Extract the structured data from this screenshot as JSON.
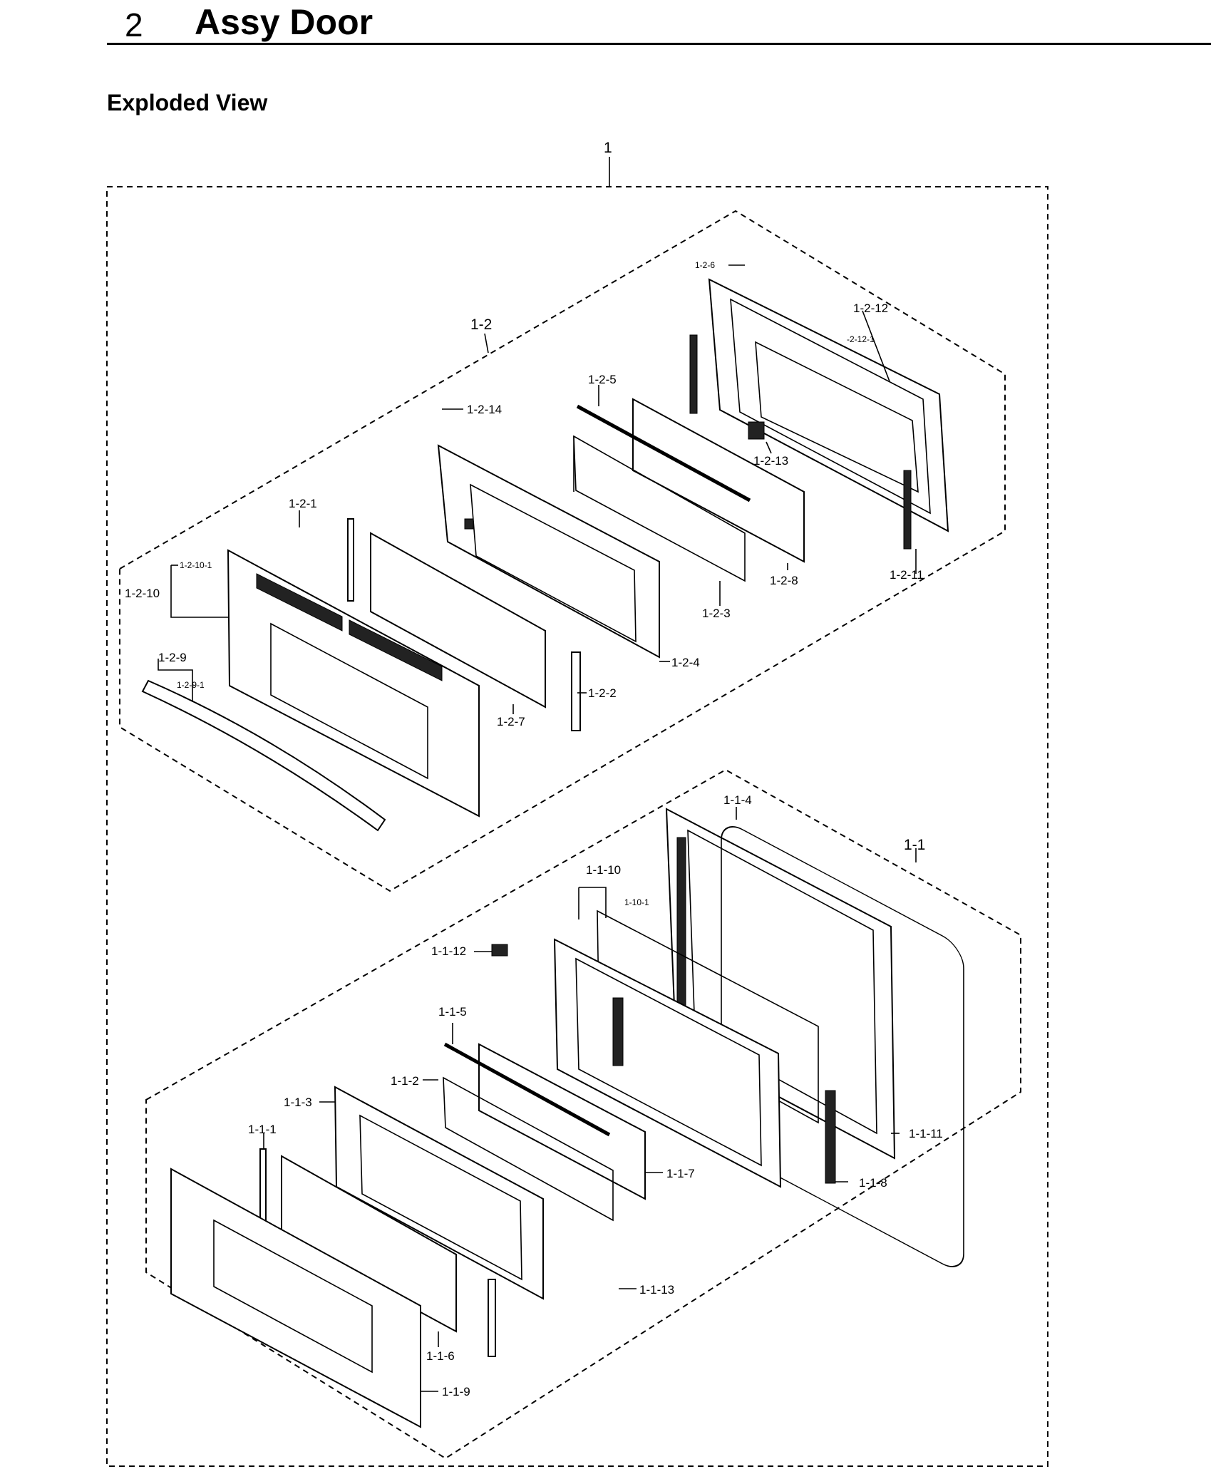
{
  "header": {
    "section_number": "2",
    "section_title": "Assy Door"
  },
  "subtitle": "Exploded View",
  "labels": {
    "main": "1",
    "l_1_2": "1-2",
    "l_1_2_6": "1-2-6",
    "l_1_2_12": "1-2-12",
    "l_1_2_12_1": "-2-12-1",
    "l_1_2_5": "1-2-5",
    "l_1_2_14": "1-2-14",
    "l_1_2_13": "1-2-13",
    "l_1_2_1": "1-2-1",
    "l_1_2_10_1": "1-2-10-1",
    "l_1_2_10": "1-2-10",
    "l_1_2_8": "1-2-8",
    "l_1_2_11": "1-2-11",
    "l_1_2_3": "1-2-3",
    "l_1_2_4": "1-2-4",
    "l_1_2_9": "1-2-9",
    "l_1_2_9_1": "1-2-9-1",
    "l_1_2_2": "1-2-2",
    "l_1_2_7": "1-2-7",
    "l_1_1_4": "1-1-4",
    "l_1_1": "1-1",
    "l_1_1_10": "1-1-10",
    "l_1_1_10_1": "1-10-1",
    "l_1_1_12": "1-1-12",
    "l_1_1_5": "1-1-5",
    "l_1_1_2": "1-1-2",
    "l_1_1_3": "1-1-3",
    "l_1_1_1": "1-1-1",
    "l_1_1_11": "1-1-11",
    "l_1_1_7": "1-1-7",
    "l_1_1_8": "1-1-8",
    "l_1_1_13": "1-1-13",
    "l_1_1_6": "1-1-6",
    "l_1_1_9": "1-1-9"
  }
}
